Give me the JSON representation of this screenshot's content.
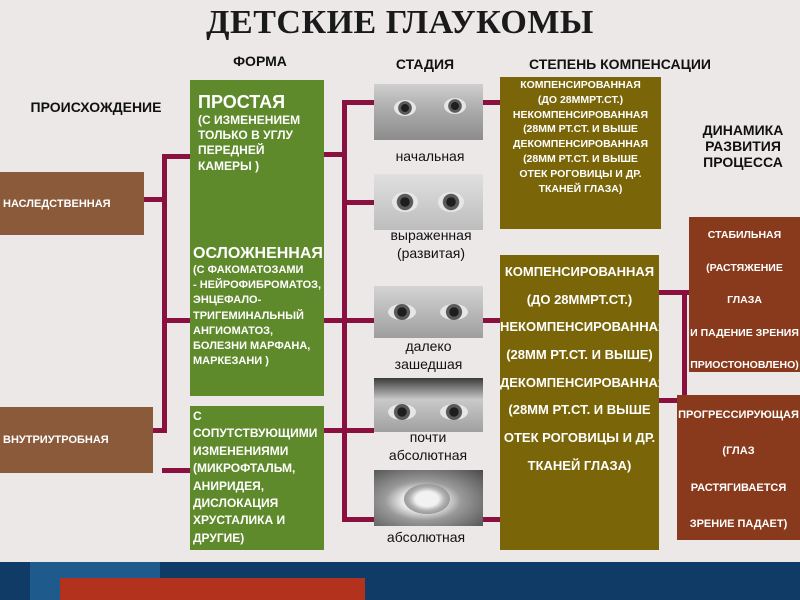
{
  "title": "ДЕТСКИЕ ГЛАУКОМЫ",
  "headers": {
    "origin": "ПРОИСХОЖДЕНИЕ",
    "form": "ФОРМА",
    "stage": "СТАДИЯ",
    "compensation": "СТЕПЕНЬ КОМПЕНСАЦИИ",
    "dynamics": "ДИНАМИКА\nРАЗВИТИЯ\nПРОЦЕССА"
  },
  "origins": {
    "hereditary": "НАСЛЕДСТВЕННАЯ",
    "intrauterine": "ВНУТРИУТРОБНАЯ"
  },
  "forms": {
    "simple_title": "ПРОСТАЯ",
    "simple_text": "(С ИЗМЕНЕНИЕМ\nТОЛЬКО В УГЛУ\nПЕРЕДНЕЙ\n КАМЕРЫ )",
    "complicated_title": "ОСЛОЖНЕННАЯ",
    "complicated_text": "(С ФАКОМАТОЗАМИ\n- НЕЙРОФИБРОМАТОЗ,\nЭНЦЕФАЛО-\nТРИГЕМИНАЛЬНЫЙ\nАНГИОМАТОЗ,\nБОЛЕЗНИ МАРФАНА,\nМАРКЕЗАНИ )",
    "concomitant_text": "С СОПУТСТВУЮЩИМИ\nИЗМЕНЕНИЯМИ\n(МИКРОФТАЛЬМ,\nАНИРИДЕЯ,\nДИСЛОКАЦИЯ\nХРУСТАЛИКА И ДРУГИЕ)"
  },
  "stages": {
    "initial": "начальная",
    "advanced": "выраженная\n(развитая)",
    "far_advanced": "далеко\nзашедшая",
    "near_absolute": "почти\nабсолютная",
    "absolute": "абсолютная"
  },
  "compensation": {
    "small": "КОМПЕНСИРОВАННАЯ\n(ДО 28ММРТ.СТ.)\nНЕКОМПЕНСИРОВАННАЯ\n(28ММ РТ.СТ. И ВЫШЕ\nДЕКОМПЕНСИРОВАННАЯ\n(28ММ РТ.СТ. И ВЫШЕ\nОТЕК РОГОВИЦЫ И ДР.\nТКАНЕЙ ГЛАЗА)",
    "large": "КОМПЕНСИРОВАННАЯ\n(ДО 28ММРТ.СТ.)\nНЕКОМПЕНСИРОВАННАЯ\n(28ММ РТ.СТ. И ВЫШЕ)\nДЕКОМПЕНСИРОВАННАЯ\n(28ММ РТ.СТ. И ВЫШЕ\nОТЕК РОГОВИЦЫ И ДР.\nТКАНЕЙ ГЛАЗА)"
  },
  "dynamics": {
    "stable": "СТАБИЛЬНАЯ\n(РАСТЯЖЕНИЕ ГЛАЗА\nИ ПАДЕНИЕ ЗРЕНИЯ\nПРИОСТОНОВЛЕНО)",
    "progressive": "ПРОГРЕССИРУЮЩАЯ\n(ГЛАЗ РАСТЯГИВАЕТСЯ\nЗРЕНИЕ ПАДАЕТ)"
  },
  "colors": {
    "origin_box": "#8a5a3a",
    "form_box": "#5f8a2b",
    "compensation_box": "#7a6608",
    "dynamics_box": "#8a3a1c",
    "connector": "#8a1040",
    "footer": "#0f3b66"
  }
}
